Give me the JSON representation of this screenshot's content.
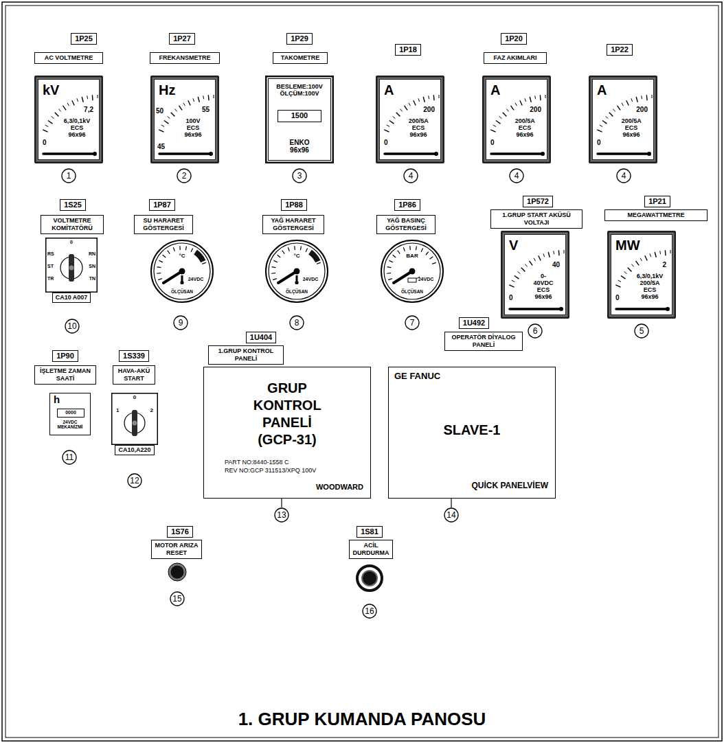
{
  "diagram": {
    "title": "1. GRUP KUMANDA PANOSU",
    "nodes": [
      {
        "text": [
          "1P25"
        ]
      },
      {
        "text": [
          "AC VOLTMETRE"
        ]
      },
      {
        "text": [
          "kV",
          "7,2",
          "6,3/0,1kV ECS 96x96",
          "0"
        ]
      },
      {
        "text": [
          "1"
        ]
      },
      {
        "text": [
          "1P27"
        ]
      },
      {
        "text": [
          "FREKANSMETRE"
        ]
      },
      {
        "text": [
          "Hz",
          "55",
          "50",
          "45",
          "100V ECS 96x96"
        ]
      },
      {
        "text": [
          "2"
        ]
      },
      {
        "text": [
          "1P29"
        ]
      },
      {
        "text": [
          "TAKOMETRE"
        ]
      },
      {
        "text": [
          "BESLEME:100V ÖLÇÜM:100V",
          "ENKO 96x96"
        ]
      },
      {
        "text": [
          "1500"
        ],
        "in": 10
      },
      {
        "text": [
          "3"
        ]
      },
      {
        "text": [
          "1P18"
        ]
      },
      {
        "text": [
          "A",
          "200",
          "200/5A ECS 96x96",
          "0"
        ]
      },
      {
        "text": [
          "4"
        ]
      },
      {
        "text": [
          "1P20"
        ]
      },
      {
        "text": [
          "FAZ AKIMLARI"
        ]
      },
      {
        "text": [
          "A",
          "200",
          "200/5A ECS 96x96",
          "0"
        ]
      },
      {
        "text": [
          "4"
        ]
      },
      {
        "text": [
          "1P22"
        ]
      },
      {
        "text": [
          "A",
          "200",
          "200/5A ECS 96x96",
          "0"
        ]
      },
      {
        "text": [
          "4"
        ]
      },
      {
        "text": [
          "1S25"
        ]
      },
      {
        "text": [
          "VOLTMETRE KOMİTATÖRÜ"
        ]
      },
      {
        "text": [
          "0",
          "RS",
          "ST",
          "TR",
          "RN",
          "SN",
          "TN"
        ]
      },
      {
        "text": [
          "CA10 A007"
        ]
      },
      {
        "text": [
          "10"
        ]
      },
      {
        "text": [
          "1P87"
        ]
      },
      {
        "text": [
          "SU HARARET GÖSTERGESİ"
        ]
      },
      {
        "text": [
          "°C",
          "24VDC",
          "ÖLÇÜSAN"
        ]
      },
      {
        "text": [
          "9"
        ]
      },
      {
        "text": [
          "1P88"
        ]
      },
      {
        "text": [
          "YAĞ HARARET GÖSTERGESİ"
        ]
      },
      {
        "text": [
          "°C",
          "24VDC",
          "ÖLÇÜSAN"
        ]
      },
      {
        "text": [
          "8"
        ]
      },
      {
        "text": [
          "1P86"
        ]
      },
      {
        "text": [
          "YAĞ BASINÇ GÖSTERGESİ"
        ]
      },
      {
        "text": [
          "BAR",
          "24VDC",
          "ÖLÇÜSAN"
        ]
      },
      {
        "text": [
          "7"
        ]
      },
      {
        "text": [
          "1P572"
        ]
      },
      {
        "text": [
          "1.GRUP START AKÜSÜ VOLTAJI"
        ]
      },
      {
        "text": [
          "V",
          "40",
          "0-40VDC ECS 96x96",
          "0"
        ]
      },
      {
        "text": [
          "6"
        ]
      },
      {
        "text": [
          "1P21"
        ]
      },
      {
        "text": [
          "MEGAWATTMETRE"
        ]
      },
      {
        "text": [
          "MW",
          "2",
          "6,3/0,1kV 200/5A ECS 96x96",
          "0"
        ]
      },
      {
        "text": [
          "5"
        ]
      },
      {
        "text": [
          "1P90"
        ]
      },
      {
        "text": [
          "İŞLETME ZAMAN SAATİ"
        ]
      },
      {
        "text": [
          "h",
          "24VDC MEKANİZMİ"
        ]
      },
      {
        "text": [
          "0000"
        ],
        "in": 50
      },
      {
        "text": [
          "11"
        ]
      },
      {
        "text": [
          "1S339"
        ]
      },
      {
        "text": [
          "HAVA-AKÜ START"
        ]
      },
      {
        "text": [
          "0",
          "1",
          "2"
        ]
      },
      {
        "text": [
          "CA10,A220"
        ]
      },
      {
        "text": [
          "12"
        ]
      },
      {
        "text": [
          "1U404"
        ]
      },
      {
        "text": [
          "1.GRUP KONTROL PANELİ"
        ]
      },
      {
        "text": [
          "GRUP KONTROL PANELİ (GCP-31)",
          "PART NO:8440-1558 C",
          "REV NO:GCP 311513/XPQ 100V",
          "WOODWARD"
        ]
      },
      {
        "text": [
          "13"
        ]
      },
      {
        "text": [
          "1U492"
        ]
      },
      {
        "text": [
          "OPERATÖR DİYALOG PANELİ"
        ]
      },
      {
        "text": [
          "GE FANUC",
          "SLAVE-1",
          "QUİCK PANELVİEW"
        ]
      },
      {
        "text": [
          "14"
        ]
      },
      {
        "text": [
          "1S76"
        ]
      },
      {
        "text": [
          "MOTOR ARIZA RESET"
        ]
      },
      {
        "text": [
          "15"
        ]
      },
      {
        "text": [
          "1S81"
        ]
      },
      {
        "text": [
          "ACİL DURDURMA"
        ]
      },
      {
        "text": [
          "16"
        ]
      }
    ],
    "edges": [
      {
        "from": 60,
        "to": 61,
        "arrow": "none"
      },
      {
        "from": 64,
        "to": 65,
        "arrow": "none"
      }
    ]
  }
}
